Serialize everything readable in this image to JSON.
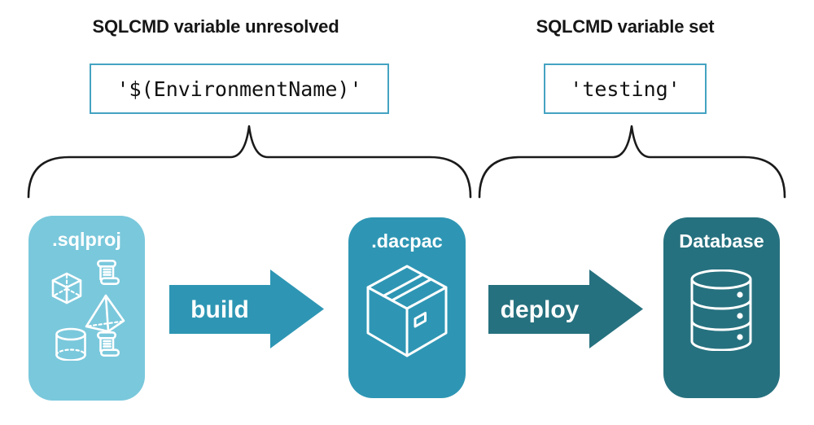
{
  "diagram": {
    "left_group": {
      "header": "SQLCMD variable unresolved",
      "code": "'$(EnvironmentName)'"
    },
    "right_group": {
      "header": "SQLCMD variable set",
      "code": "'testing'"
    },
    "stages": {
      "sqlproj": ".sqlproj",
      "dacpac": ".dacpac",
      "database": "Database"
    },
    "arrows": {
      "build": "build",
      "deploy": "deploy"
    }
  },
  "icons": {
    "sqlproj_box": [
      "script-icon",
      "cube-icon",
      "pyramid-icon",
      "cylinder-icon",
      "script-icon"
    ],
    "dacpac_box": "package-icon",
    "database_box": "database-icon"
  },
  "colors": {
    "sqlproj_box": "#7AC8DC",
    "dacpac_box": "#2E96B4",
    "database_box": "#26717F",
    "build_arrow": "#2E96B4",
    "deploy_arrow": "#26717F",
    "code_border": "#45A3C2",
    "brace": "#1A1A1A",
    "heading_text": "#161616",
    "code_text": "#111111"
  }
}
